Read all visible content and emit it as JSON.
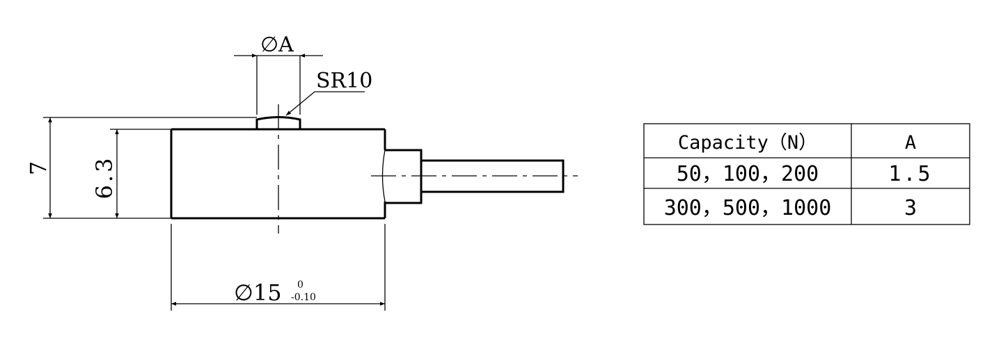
{
  "dimensions": {
    "dia_a": "∅A",
    "sr": "SR10",
    "height_total": "7",
    "height_body": "6.3",
    "dia_15": "∅15",
    "tol_upper": "0",
    "tol_lower": "-0.10"
  },
  "table": {
    "headers": [
      "Capacity（N）",
      "A"
    ],
    "rows": [
      [
        "50，100，200",
        "1.5"
      ],
      [
        "300，500，1000",
        "3"
      ]
    ]
  }
}
